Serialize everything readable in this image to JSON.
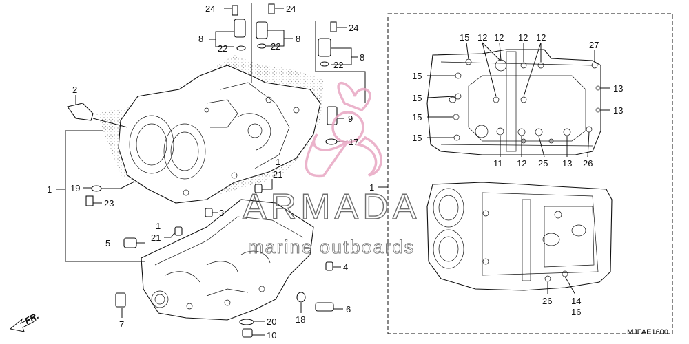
{
  "diagram": {
    "callouts": [
      {
        "id": "c24a",
        "text": "24"
      },
      {
        "id": "c24b",
        "text": "24"
      },
      {
        "id": "c24c",
        "text": "24"
      },
      {
        "id": "c8a",
        "text": "8"
      },
      {
        "id": "c8b",
        "text": "8"
      },
      {
        "id": "c8c",
        "text": "8"
      },
      {
        "id": "c22a",
        "text": "22"
      },
      {
        "id": "c22b",
        "text": "22"
      },
      {
        "id": "c22c",
        "text": "22"
      },
      {
        "id": "c2",
        "text": "2"
      },
      {
        "id": "c9",
        "text": "9"
      },
      {
        "id": "c17",
        "text": "17"
      },
      {
        "id": "c1a",
        "text": "1"
      },
      {
        "id": "c19",
        "text": "19"
      },
      {
        "id": "c23",
        "text": "23"
      },
      {
        "id": "c1b",
        "text": "1"
      },
      {
        "id": "c21a",
        "text": "21"
      },
      {
        "id": "c3",
        "text": "3"
      },
      {
        "id": "c1c",
        "text": "1"
      },
      {
        "id": "c21b",
        "text": "21"
      },
      {
        "id": "c5",
        "text": "5"
      },
      {
        "id": "c4",
        "text": "4"
      },
      {
        "id": "c7",
        "text": "7"
      },
      {
        "id": "c18",
        "text": "18"
      },
      {
        "id": "c6",
        "text": "6"
      },
      {
        "id": "c20",
        "text": "20"
      },
      {
        "id": "c10",
        "text": "10"
      },
      {
        "id": "c1d",
        "text": "1"
      },
      {
        "id": "r15a",
        "text": "15"
      },
      {
        "id": "r12a",
        "text": "12"
      },
      {
        "id": "r12b",
        "text": "12"
      },
      {
        "id": "r12c",
        "text": "12"
      },
      {
        "id": "r12d",
        "text": "12"
      },
      {
        "id": "r27",
        "text": "27"
      },
      {
        "id": "r15b",
        "text": "15"
      },
      {
        "id": "r13a",
        "text": "13"
      },
      {
        "id": "r15c",
        "text": "15"
      },
      {
        "id": "r13b",
        "text": "13"
      },
      {
        "id": "r15d",
        "text": "15"
      },
      {
        "id": "r15e",
        "text": "15"
      },
      {
        "id": "r11",
        "text": "11"
      },
      {
        "id": "r12e",
        "text": "12"
      },
      {
        "id": "r25",
        "text": "25"
      },
      {
        "id": "r13c",
        "text": "13"
      },
      {
        "id": "r26a",
        "text": "26"
      },
      {
        "id": "r26b",
        "text": "26"
      },
      {
        "id": "r14",
        "text": "14"
      },
      {
        "id": "r16",
        "text": "16"
      }
    ],
    "direction_label": "FR.",
    "diagram_code": "MJFAE1600"
  },
  "watermark": {
    "brand": "ARMADA",
    "tagline": "marine outboards",
    "color": "#e8a6c2"
  }
}
